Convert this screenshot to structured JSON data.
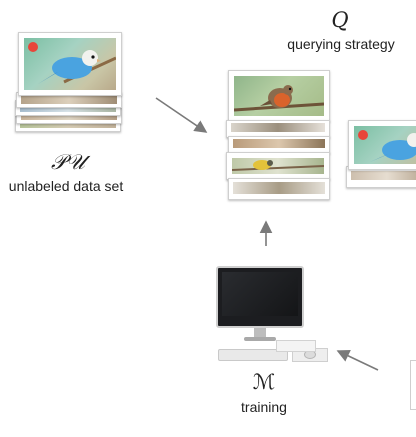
{
  "unlabeled": {
    "symbol": "𝒫𝒰",
    "label": "unlabeled data set"
  },
  "query": {
    "symbol": "Q",
    "label": "querying strategy"
  },
  "model": {
    "symbol": "ℳ",
    "label": "training"
  },
  "colors": {
    "arrow": "#7a7a7a",
    "sheet_border": "#cfcfcf",
    "sky_blue": "#5ab0d6",
    "parrot_blue": "#4aa3e0",
    "robin_orange": "#d9632b"
  },
  "icons": [
    "parrot-photo",
    "robin-photo",
    "bird-photo",
    "computer-monitor",
    "keyboard",
    "mouse",
    "arrow"
  ]
}
